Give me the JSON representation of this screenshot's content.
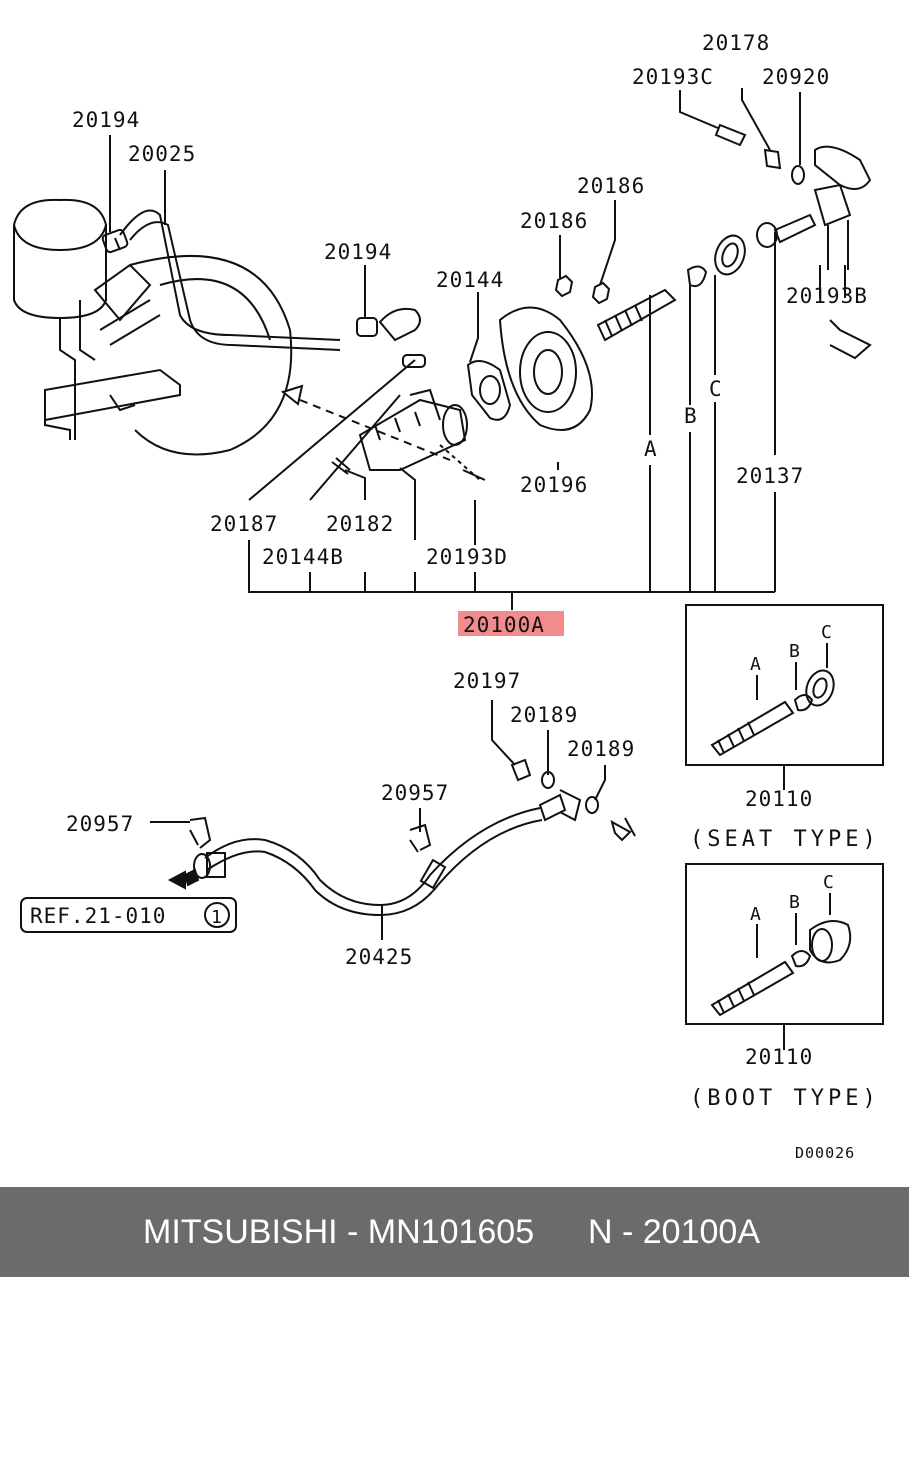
{
  "labels": {
    "l20178": "20178",
    "l20193C": "20193C",
    "l20920": "20920",
    "l20194_a": "20194",
    "l20025": "20025",
    "l20186_a": "20186",
    "l20186_b": "20186",
    "l20194_b": "20194",
    "l20144": "20144",
    "l20193B": "20193B",
    "l20196": "20196",
    "l20137": "20137",
    "l20187": "20187",
    "l20182": "20182",
    "l20144B": "20144B",
    "l20193D": "20193D",
    "l20100A": "20100A",
    "lA": "A",
    "lB": "B",
    "lC": "C",
    "l20197": "20197",
    "l20189_a": "20189",
    "l20189_b": "20189",
    "l20957_a": "20957",
    "l20957_b": "20957",
    "l20425": "20425",
    "ref": "REF.21-010",
    "ref_circle": "1",
    "seat_A": "A",
    "seat_B": "B",
    "seat_C": "C",
    "seat_num": "20110",
    "seat_caption": "(SEAT TYPE)",
    "boot_A": "A",
    "boot_B": "B",
    "boot_C": "C",
    "boot_num": "20110",
    "boot_caption": "(BOOT TYPE)",
    "drawing_code": "D00026"
  },
  "colors": {
    "highlight": "#f28b8b",
    "footer_bg": "#6b6b6b",
    "footer_text": "#ffffff",
    "line": "#111111"
  },
  "footer": {
    "brand_part": "MITSUBISHI - MN101605",
    "ref_code": "N - 20100A"
  }
}
